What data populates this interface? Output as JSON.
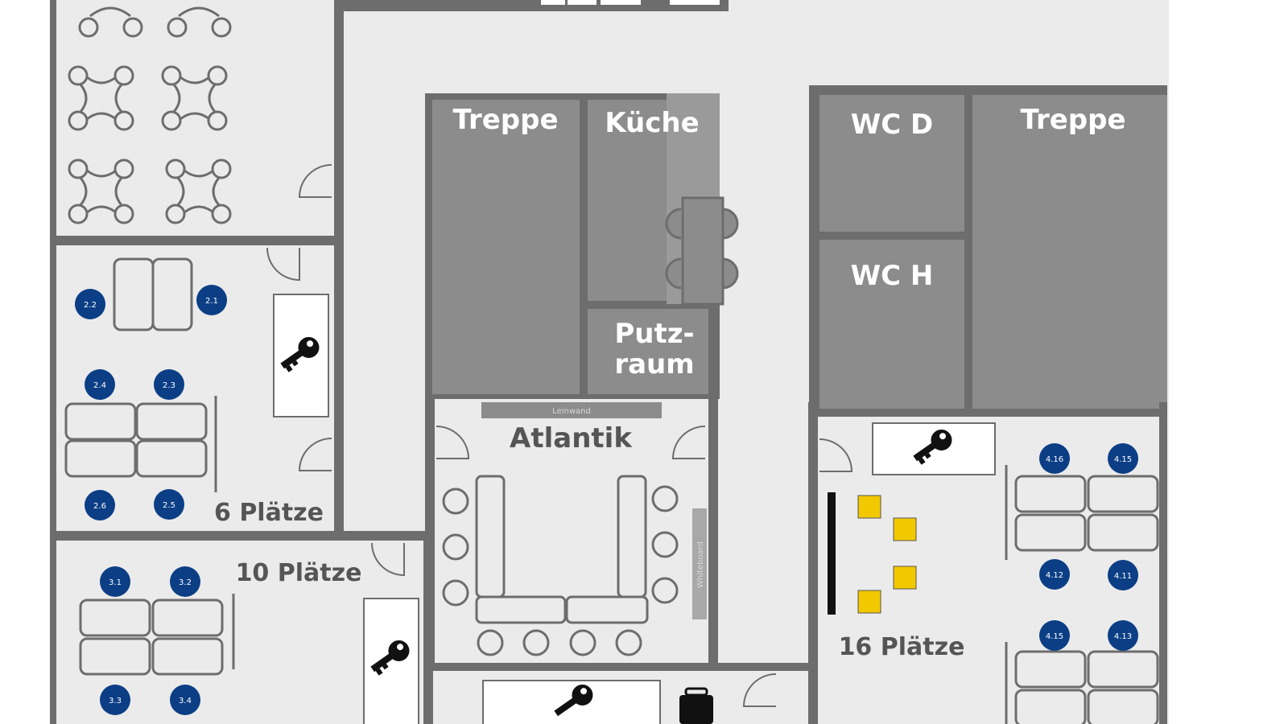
{
  "rooms": {
    "stairs_left": "Treppe",
    "kitchen": "Küche",
    "cleaning_room_line1": "Putz-",
    "cleaning_room_line2": "raum",
    "wc_women": "WC D",
    "wc_men": "WC H",
    "stairs_right": "Treppe",
    "meeting_room": "Atlantik",
    "projection_screen": "Leinwand",
    "whiteboard": "Whiteboard"
  },
  "capacity": {
    "room_six": "6 Plätze",
    "room_ten": "10 Plätze",
    "room_sixteen": "16 Plätze"
  },
  "seats": {
    "room_six": [
      "2.2",
      "2.1",
      "2.4",
      "2.3",
      "2.6",
      "2.5"
    ],
    "room_ten": [
      "3.1",
      "3.2",
      "3.3",
      "3.4"
    ],
    "room_sixteen": [
      "4.16",
      "4.15",
      "4.12",
      "4.11",
      "4.15",
      "4.13"
    ]
  },
  "colors": {
    "wall": "#6d6d6d",
    "floor": "#ebebeb",
    "service_room": "#8c8c8c",
    "seat_marker": "#0b3e85",
    "pod": "#f2c800",
    "key_icon": "key-icon"
  }
}
